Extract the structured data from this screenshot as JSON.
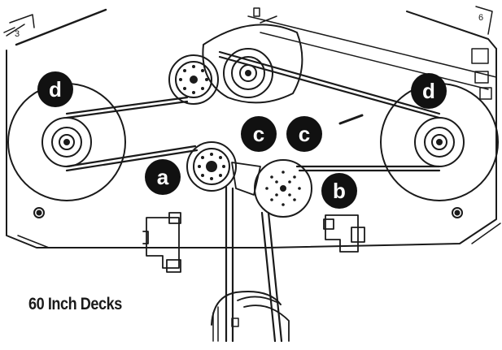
{
  "diagram": {
    "caption": "60 Inch Decks",
    "markers": {
      "d_left": "d",
      "d_right": "d",
      "c_left": "c",
      "c_right": "c",
      "a": "a",
      "b": "b"
    },
    "corner_marks": {
      "top_left": "3",
      "top_right": "6"
    },
    "colors": {
      "ink": "#1a1a1a",
      "marker_fill": "#111111",
      "marker_text": "#ffffff",
      "background": "#ffffff"
    }
  }
}
